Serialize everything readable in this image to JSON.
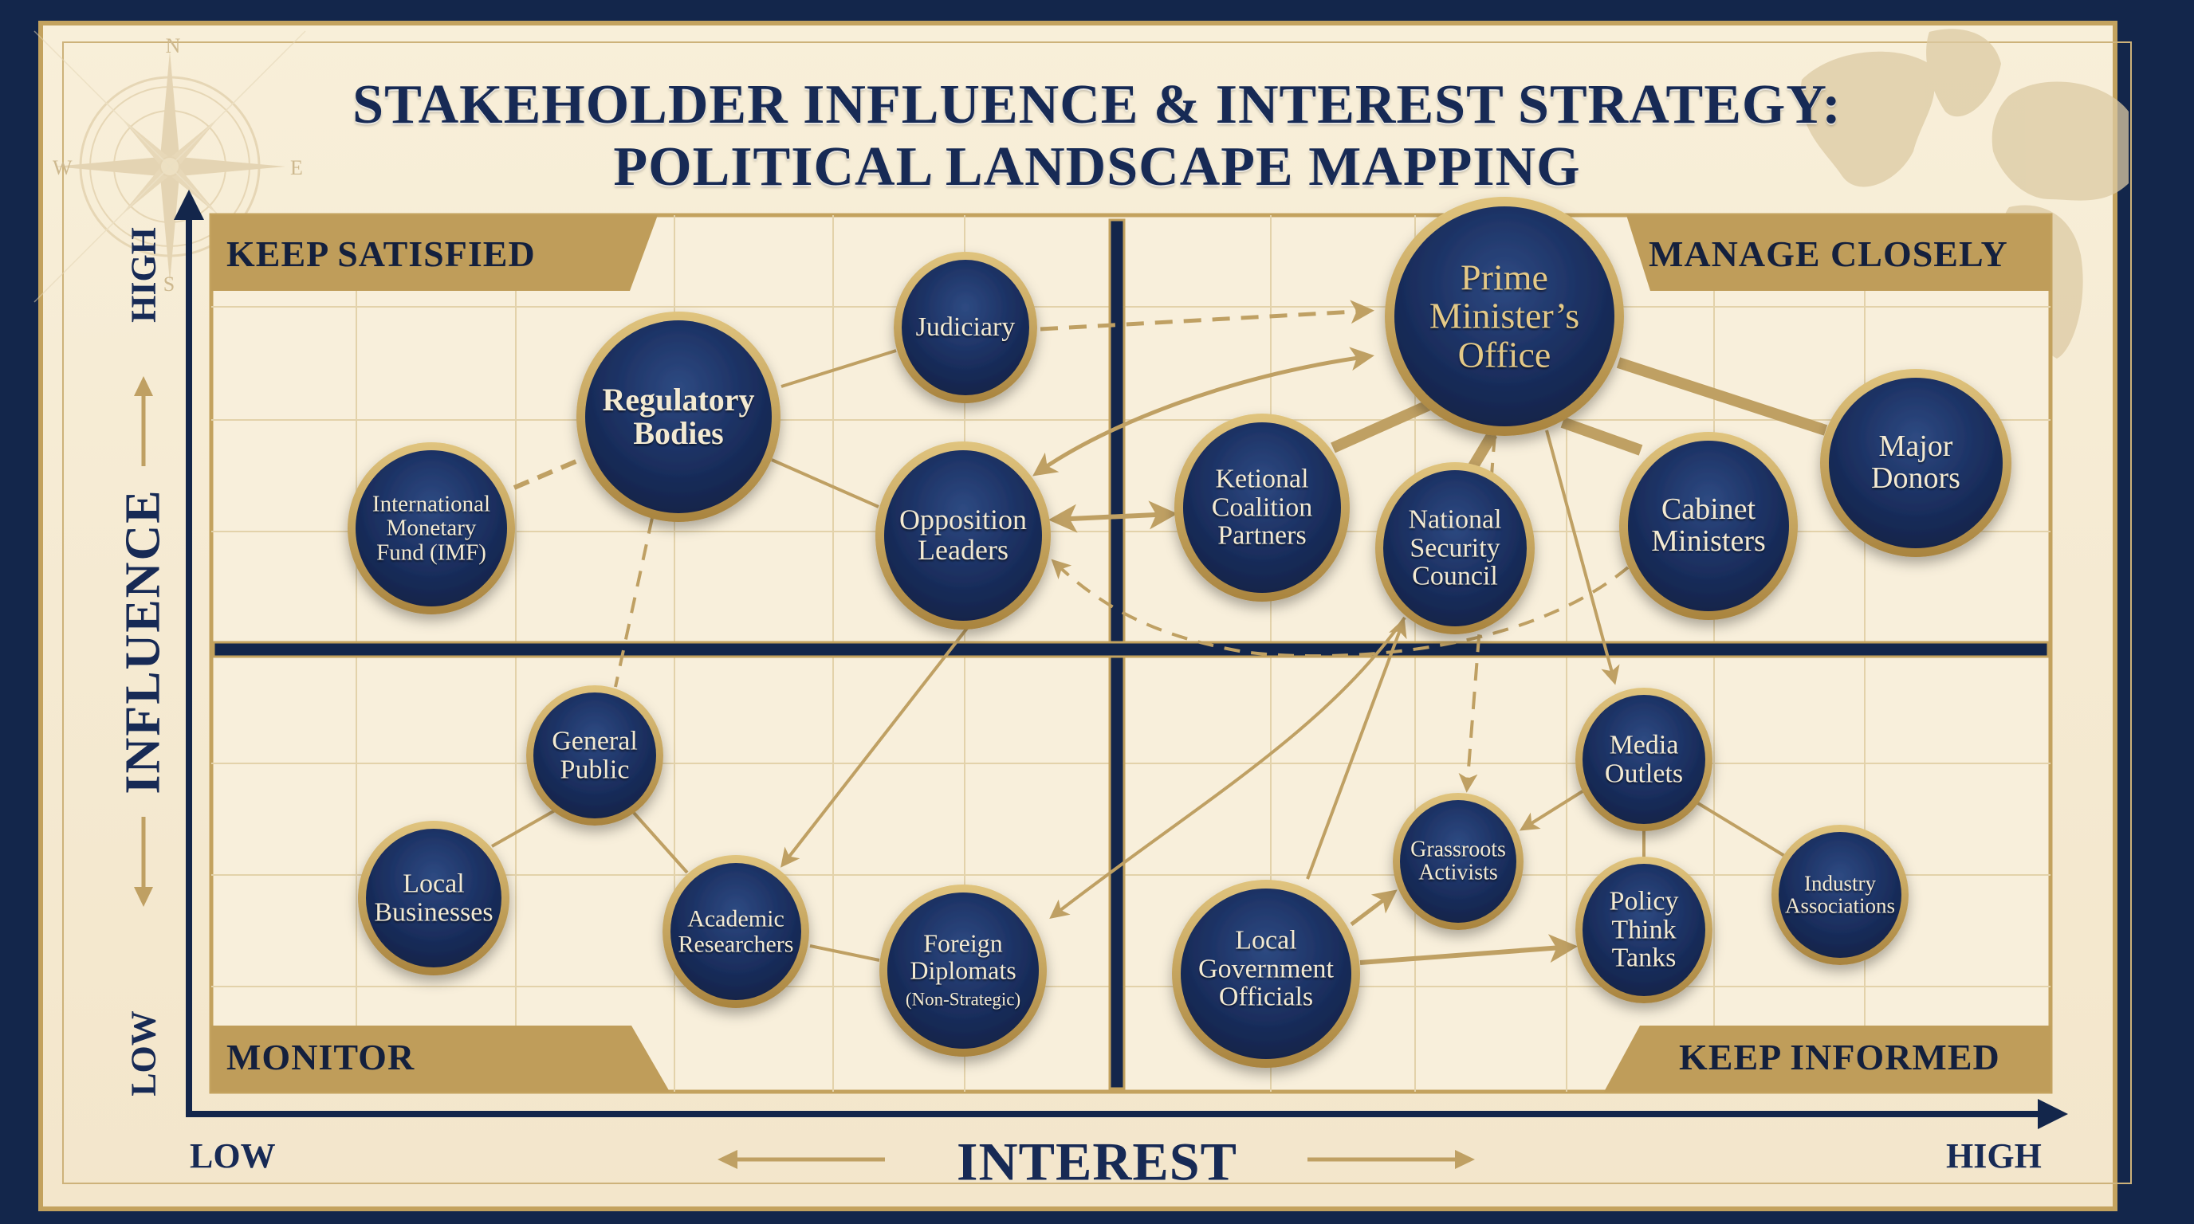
{
  "title": {
    "line1": "STAKEHOLDER INFLUENCE & INTEREST STRATEGY:",
    "line2": "POLITICAL LANDSCAPE MAPPING"
  },
  "colors": {
    "navy": "#13264b",
    "node_fill": "#1b2f5e",
    "gold": "#c3a25e",
    "parchment": "#f6ecd4",
    "grid": "#e3d2aa"
  },
  "quadrants": {
    "top_left": "KEEP SATISFIED",
    "top_right": "MANAGE CLOSELY",
    "bottom_left": "MONITOR",
    "bottom_right": "KEEP INFORMED"
  },
  "axes": {
    "y_label": "INFLUENCE",
    "y_high": "HIGH",
    "y_low": "LOW",
    "x_label": "INTEREST",
    "x_low": "LOW",
    "x_high": "HIGH"
  },
  "compass": {
    "n": "N",
    "s": "S",
    "e": "E",
    "w": "W"
  },
  "nodes": [
    {
      "id": "judiciary",
      "lines": [
        "Judiciary"
      ],
      "quadrant": "keep-satisfied"
    },
    {
      "id": "regulatory",
      "lines": [
        "Regulatory",
        "Bodies"
      ],
      "quadrant": "keep-satisfied"
    },
    {
      "id": "imf",
      "lines": [
        "International",
        "Monetary",
        "Fund (IMF)"
      ],
      "quadrant": "keep-satisfied"
    },
    {
      "id": "opposition",
      "lines": [
        "Opposition",
        "Leaders"
      ],
      "quadrant": "keep-satisfied"
    },
    {
      "id": "pm",
      "lines": [
        "Prime",
        "Minister’s",
        "Office"
      ],
      "quadrant": "manage-closely"
    },
    {
      "id": "coalition",
      "lines": [
        "Ketional",
        "Coalition",
        "Partners"
      ],
      "quadrant": "manage-closely"
    },
    {
      "id": "nsc",
      "lines": [
        "National",
        "Security",
        "Council"
      ],
      "quadrant": "manage-closely"
    },
    {
      "id": "cabinet",
      "lines": [
        "Cabinet",
        "Ministers"
      ],
      "quadrant": "manage-closely"
    },
    {
      "id": "donors",
      "lines": [
        "Major",
        "Donors"
      ],
      "quadrant": "manage-closely"
    },
    {
      "id": "public",
      "lines": [
        "General",
        "Public"
      ],
      "quadrant": "monitor"
    },
    {
      "id": "localbiz",
      "lines": [
        "Local",
        "Businesses"
      ],
      "quadrant": "monitor"
    },
    {
      "id": "academic",
      "lines": [
        "Academic",
        "Researchers"
      ],
      "quadrant": "monitor"
    },
    {
      "id": "diplomats",
      "lines": [
        "Foreign",
        "Diplomats",
        "(Non-Strategic)"
      ],
      "quadrant": "monitor"
    },
    {
      "id": "media",
      "lines": [
        "Media",
        "Outlets"
      ],
      "quadrant": "keep-informed"
    },
    {
      "id": "grassroots",
      "lines": [
        "Grassroots",
        "Activists"
      ],
      "quadrant": "keep-informed"
    },
    {
      "id": "localgov",
      "lines": [
        "Local",
        "Government",
        "Officials"
      ],
      "quadrant": "keep-informed"
    },
    {
      "id": "thinktanks",
      "lines": [
        "Policy",
        "Think",
        "Tanks"
      ],
      "quadrant": "keep-informed"
    },
    {
      "id": "industry",
      "lines": [
        "Industry",
        "Associations"
      ],
      "quadrant": "keep-informed"
    }
  ],
  "connections": [
    {
      "from": "judiciary",
      "to": "pm",
      "style": "dashed",
      "arrow": "end"
    },
    {
      "from": "regulatory",
      "to": "judiciary",
      "style": "solid",
      "arrow": "none"
    },
    {
      "from": "regulatory",
      "to": "opposition",
      "style": "solid",
      "arrow": "none"
    },
    {
      "from": "imf",
      "to": "regulatory",
      "style": "dashed",
      "arrow": "none"
    },
    {
      "from": "regulatory",
      "to": "public",
      "style": "dashed",
      "arrow": "none"
    },
    {
      "from": "pm",
      "to": "opposition",
      "style": "solid-curved",
      "arrow": "both"
    },
    {
      "from": "opposition",
      "to": "coalition",
      "style": "solid",
      "arrow": "both"
    },
    {
      "from": "cabinet",
      "to": "opposition",
      "style": "dashed-curved",
      "arrow": "end"
    },
    {
      "from": "opposition",
      "to": "academic",
      "style": "solid",
      "arrow": "end"
    },
    {
      "from": "pm",
      "to": "coalition",
      "style": "thick",
      "arrow": "none"
    },
    {
      "from": "pm",
      "to": "nsc",
      "style": "thick",
      "arrow": "none"
    },
    {
      "from": "pm",
      "to": "cabinet",
      "style": "thick",
      "arrow": "none"
    },
    {
      "from": "pm",
      "to": "donors",
      "style": "thick",
      "arrow": "none"
    },
    {
      "from": "pm",
      "to": "grassroots",
      "style": "dashed",
      "arrow": "end"
    },
    {
      "from": "pm",
      "to": "media",
      "style": "solid",
      "arrow": "end"
    },
    {
      "from": "nsc",
      "to": "diplomats",
      "style": "solid-curved",
      "arrow": "end"
    },
    {
      "from": "localgov",
      "to": "nsc",
      "style": "solid",
      "arrow": "end"
    },
    {
      "from": "public",
      "to": "localbiz",
      "style": "solid",
      "arrow": "none"
    },
    {
      "from": "public",
      "to": "academic",
      "style": "solid",
      "arrow": "none"
    },
    {
      "from": "academic",
      "to": "diplomats",
      "style": "solid",
      "arrow": "none"
    },
    {
      "from": "media",
      "to": "grassroots",
      "style": "solid",
      "arrow": "end"
    },
    {
      "from": "media",
      "to": "thinktanks",
      "style": "solid",
      "arrow": "none"
    },
    {
      "from": "media",
      "to": "industry",
      "style": "solid",
      "arrow": "none"
    },
    {
      "from": "localgov",
      "to": "grassroots",
      "style": "solid",
      "arrow": "end"
    },
    {
      "from": "localgov",
      "to": "thinktanks",
      "style": "solid",
      "arrow": "end"
    }
  ]
}
